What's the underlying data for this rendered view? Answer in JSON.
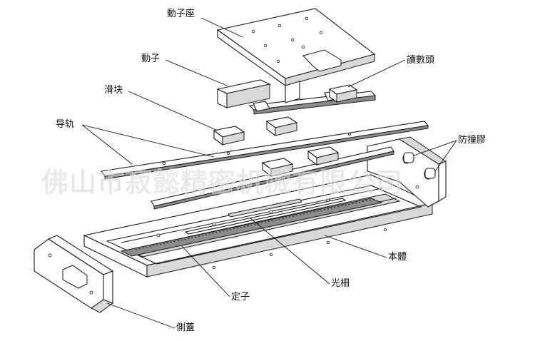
{
  "labels": {
    "carrier": "動子座",
    "mover": "動子",
    "reader": "讀數頭",
    "slider": "滑块",
    "rail": "导轨",
    "bumper": "防撞膠",
    "body": "本體",
    "grating": "光柵",
    "stator": "定子",
    "cover": "側蓋"
  },
  "watermark": "佛山市菽懿精密机械有限公司"
}
